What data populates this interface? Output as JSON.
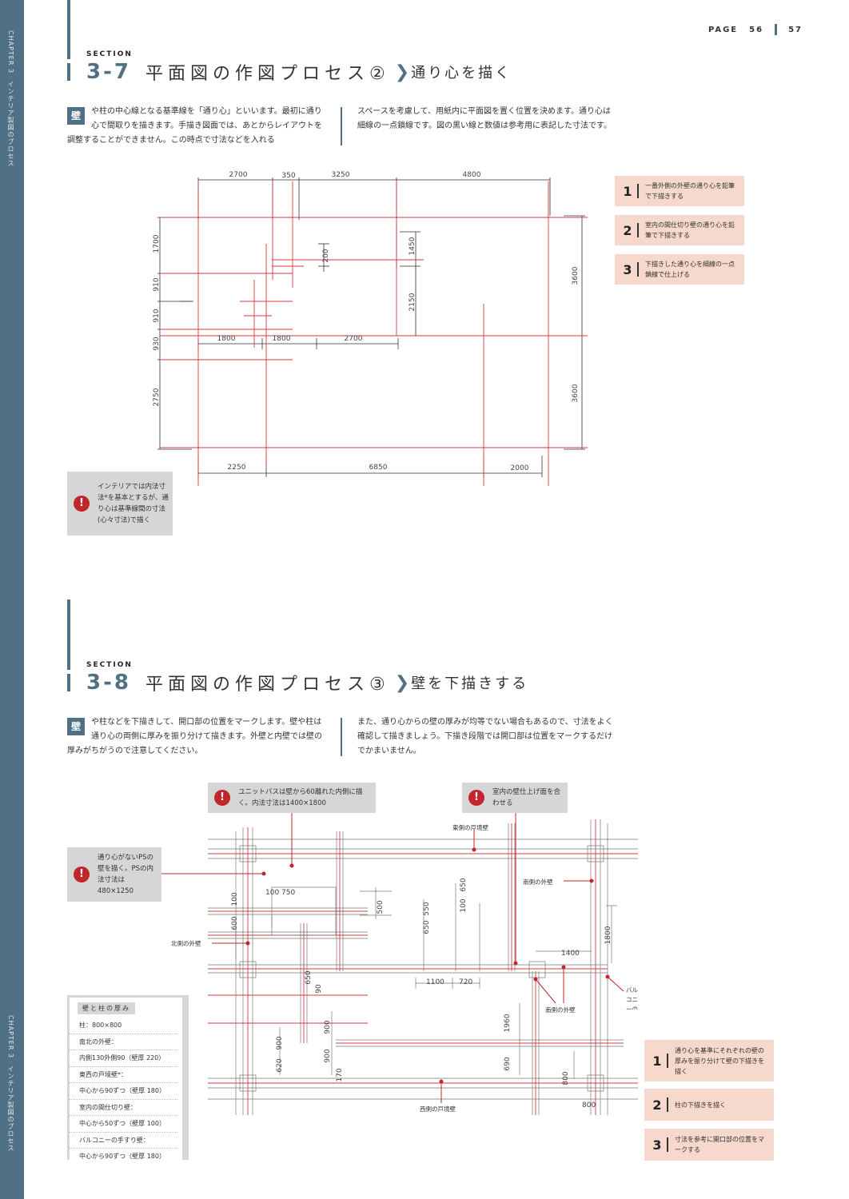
{
  "spine": {
    "label_top": "CHAPTER 3　インテリア製図のプロセス",
    "label_bottom": "CHAPTER 3　インテリア製図のプロセス"
  },
  "page": {
    "label": "PAGE",
    "left": "56",
    "right": "57"
  },
  "s1": {
    "section_label": "SECTION",
    "number": "3-7",
    "title": "平面図の作図プロセス②",
    "subtitle": "通り心を描く",
    "kabe": "壁",
    "col1": "や柱の中心線となる基準線を「通り心」といいます。最初に通り心で間取りを描きます。手描き図面では、あとからレイアウトを調整することができません。この時点で寸法などを入れる",
    "col2": "スペースを考慮して、用紙内に平面図を置く位置を決めます。通り心は細線の一点鎖線です。図の黒い線と数値は参考用に表記した寸法です。",
    "steps": [
      {
        "n": "1",
        "text": "一番外側の外壁の通り心を鉛筆で下描きする"
      },
      {
        "n": "2",
        "text": "室内の間仕切り壁の通り心を鉛筆で下描きする"
      },
      {
        "n": "3",
        "text": "下描きした通り心を細線の一点鎖線で仕上げる"
      }
    ],
    "note": "インテリアでは内法寸法*を基本とするが、通り心は基準線間の寸法(心々寸法)で描く",
    "dims": {
      "top": [
        "2700",
        "350",
        "3250",
        "4800"
      ],
      "left": [
        "1700",
        "910",
        "910",
        "930",
        "2750"
      ],
      "inner": [
        "200",
        "1450",
        "2150",
        "1800",
        "1800",
        "2700"
      ],
      "right": [
        "3600",
        "3600"
      ],
      "bottom": [
        "2250",
        "6850",
        "2000"
      ]
    }
  },
  "s2": {
    "section_label": "SECTION",
    "number": "3-8",
    "title": "平面図の作図プロセス③",
    "subtitle": "壁を下描きする",
    "kabe": "壁",
    "col1": "や柱などを下描きして、開口部の位置をマークします。壁や柱は通り心の両側に厚みを振り分けて描きます。外壁と内壁では壁の厚みがちがうので注意してください。",
    "col2": "また、通り心からの壁の厚みが均等でない場合もあるので、寸法をよく確認して描きましょう。下描き段階では開口部は位置をマークするだけでかまいません。",
    "notes": [
      "ユニットバスは壁から60離れた内側に描く。内法寸法は1400×1800",
      "室内の壁仕上げ面を合わせる",
      "通り心がないPSの壁を描く。PSの内法寸法は480×1250"
    ],
    "labels": {
      "east": "東側の戸境壁",
      "south_outer": "南側の外壁",
      "north_outer": "北側の外壁",
      "south_outer2": "南側の外壁",
      "balcony": "バルコニーの手すり壁",
      "west": "西側の戸境壁"
    },
    "dims": [
      "100",
      "750",
      "100",
      "600",
      "500",
      "650",
      "550",
      "650",
      "100",
      "1800",
      "1400",
      "1100",
      "720",
      "650",
      "90",
      "900",
      "900",
      "620",
      "900",
      "170",
      "1960",
      "690",
      "800",
      "800"
    ],
    "legend": {
      "title": "壁と柱の厚み",
      "items": [
        "柱：800×800",
        "南北の外壁：",
        "内側130外側90（壁厚 220）",
        "東西の戸境壁*：",
        "中心から90ずつ（壁厚 180）",
        "室内の間仕切り壁：",
        "中心から50ずつ（壁厚 100）",
        "バルコニーの手すり壁：",
        "中心から90ずつ（壁厚 180）"
      ]
    },
    "steps": [
      {
        "n": "1",
        "text": "通り心を基準にそれぞれの壁の厚みを振り分けて壁の下描きを描く"
      },
      {
        "n": "2",
        "text": "柱の下描きを描く"
      },
      {
        "n": "3",
        "text": "寸法を参考に開口部の位置をマークする"
      }
    ]
  }
}
